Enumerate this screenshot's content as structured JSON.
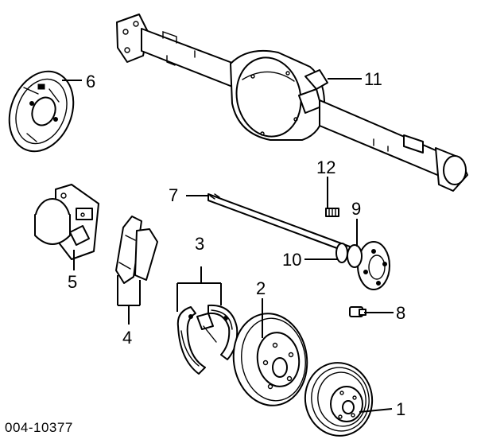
{
  "diagram": {
    "figure_code": "004-10377",
    "callouts": {
      "c1": "1",
      "c2": "2",
      "c3": "3",
      "c4": "4",
      "c5": "5",
      "c6": "6",
      "c7": "7",
      "c8": "8",
      "c9": "9",
      "c10": "10",
      "c11": "11",
      "c12": "12"
    }
  },
  "colors": {
    "line": "#000000",
    "background": "#ffffff"
  }
}
